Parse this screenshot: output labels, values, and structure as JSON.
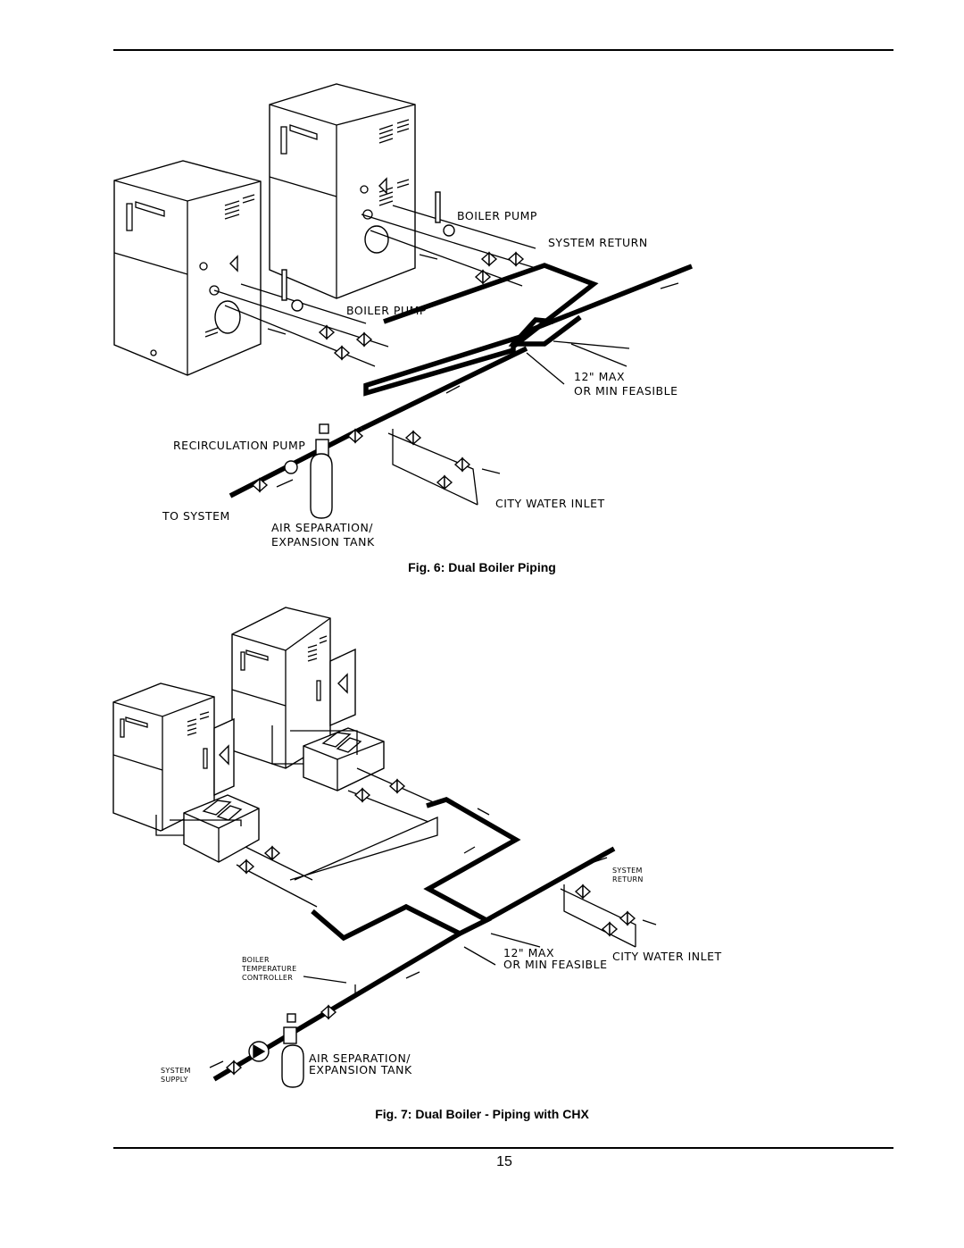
{
  "figures": [
    {
      "caption": "Fig. 6: Dual Boiler Piping",
      "labels": {
        "boiler_pump_upper": "BOILER PUMP",
        "system_return": "SYSTEM RETURN",
        "boiler_pump_lower": "BOILER PUMP",
        "max_distance_line1": "12\" MAX",
        "max_distance_line2": "OR MIN FEASIBLE",
        "recirculation_pump": "RECIRCULATION PUMP",
        "to_system": "TO SYSTEM",
        "air_sep_line1": "AIR SEPARATION/",
        "air_sep_line2": "EXPANSION TANK",
        "city_water_inlet": "CITY WATER INLET"
      }
    },
    {
      "caption": "Fig. 7: Dual Boiler - Piping with CHX",
      "labels": {
        "system_return_line1": "SYSTEM",
        "system_return_line2": "RETURN",
        "max_distance_line1": "12\" MAX",
        "max_distance_line2": "OR MIN FEASIBLE",
        "city_water_inlet": "CITY WATER INLET",
        "controller_line1": "BOILER",
        "controller_line2": "TEMPERATURE",
        "controller_line3": "CONTROLLER",
        "air_sep_line1": "AIR SEPARATION/",
        "air_sep_line2": "EXPANSION TANK",
        "system_supply_line1": "SYSTEM",
        "system_supply_line2": "SUPPLY"
      }
    }
  ],
  "page_number": "15"
}
